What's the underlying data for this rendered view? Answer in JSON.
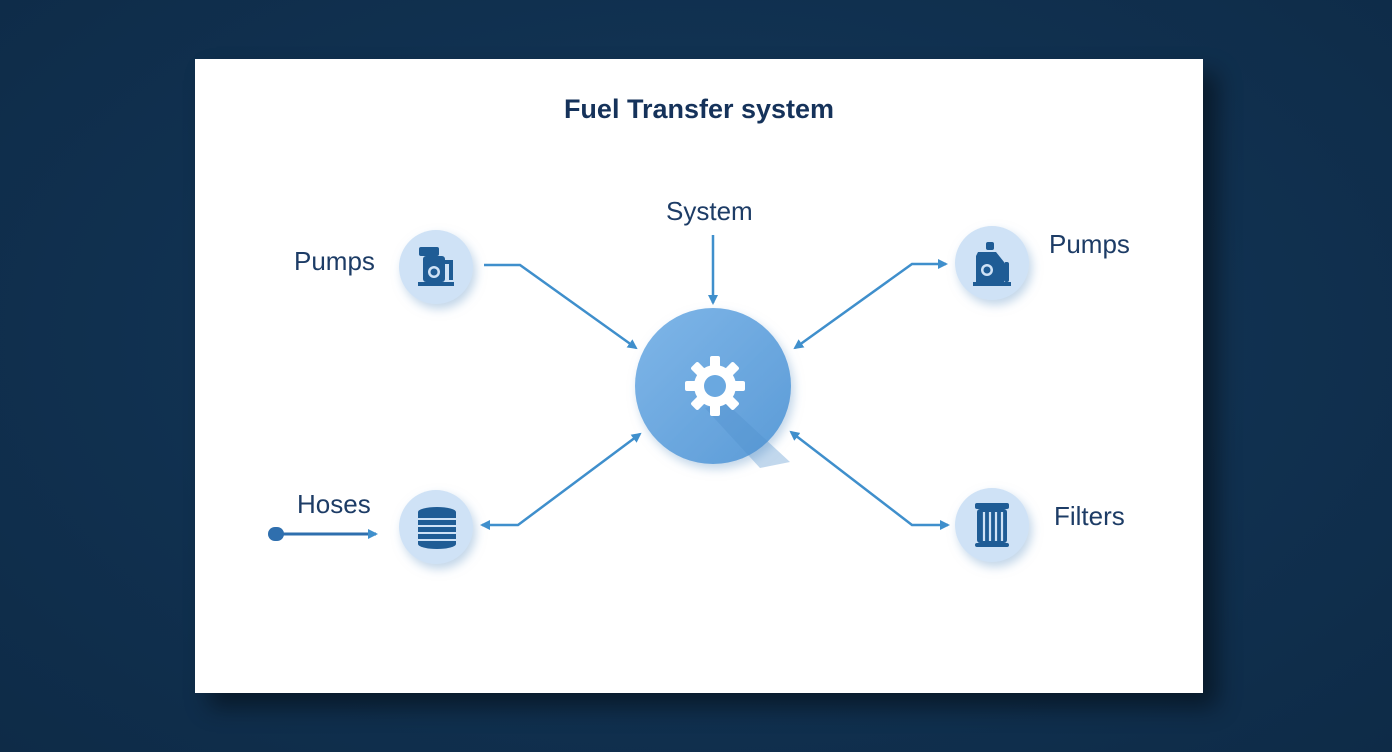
{
  "diagram": {
    "title": "Fuel Transfer system",
    "nodes": {
      "center": {
        "label": "System",
        "icon": "gear-icon"
      },
      "top_left": {
        "label": "Pumps",
        "icon": "pump-icon"
      },
      "top_right": {
        "label": "Pumps",
        "icon": "pump-icon"
      },
      "bottom_left": {
        "label": "Hoses",
        "icon": "hose-reel-icon"
      },
      "bottom_right": {
        "label": "Filters",
        "icon": "filter-icon"
      }
    },
    "colors": {
      "background": "#10304f",
      "card": "#ffffff",
      "node_fill": "#cfe2f6",
      "hub_fill": "#6aa8e0",
      "arrow": "#3f8fcc",
      "icon": "#1f5c95",
      "text": "#1d3c66"
    }
  }
}
